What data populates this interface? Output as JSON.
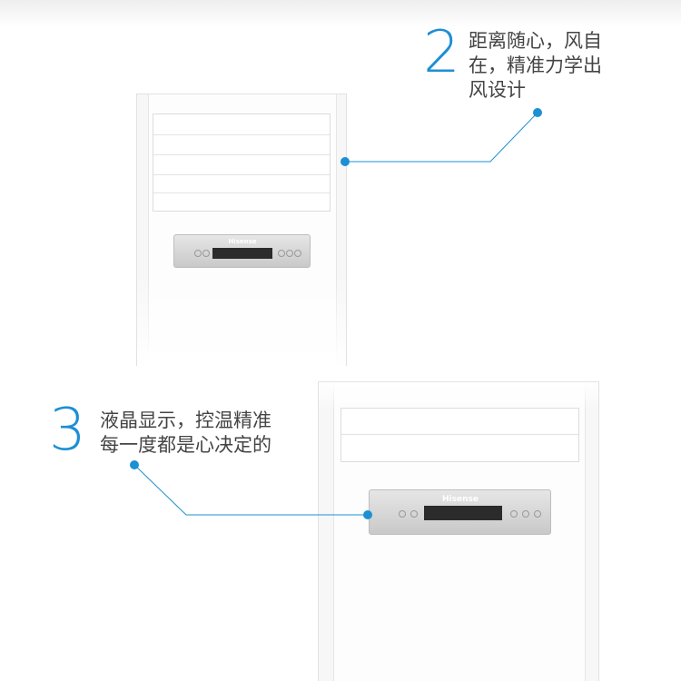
{
  "feature2": {
    "number": "2",
    "lines": [
      "距离随心，风自",
      "在，精准力学出",
      "风设计"
    ]
  },
  "feature3": {
    "number": "3",
    "lines": [
      "液晶显示，控温精准",
      "每一度都是心决定的"
    ]
  },
  "brand": "Hisense",
  "accent": "#1d8fd3"
}
